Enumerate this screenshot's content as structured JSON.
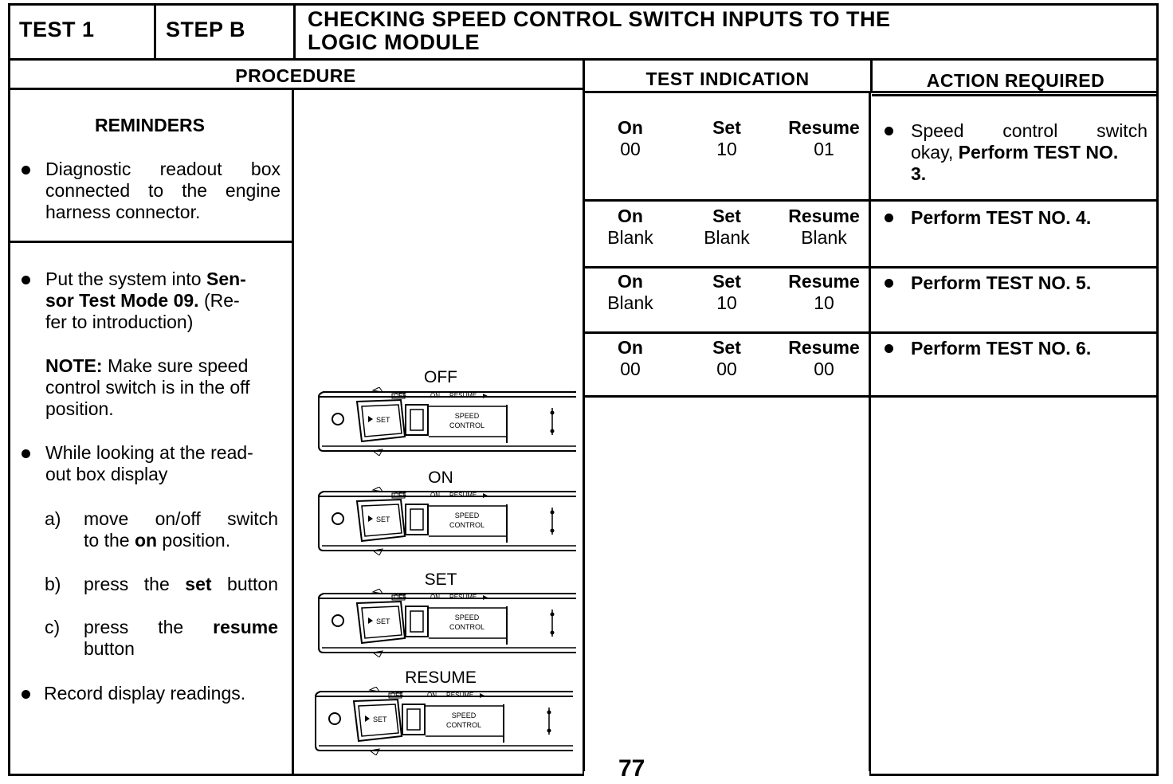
{
  "header": {
    "test": "TEST 1",
    "step": "STEP B",
    "title_line1": "CHECKING SPEED CONTROL SWITCH INPUTS TO THE",
    "title_line2": "LOGIC MODULE"
  },
  "columns": {
    "procedure": "PROCEDURE",
    "indication": "TEST INDICATION",
    "action": "ACTION REQUIRED"
  },
  "reminders": {
    "title": "REMINDERS",
    "item1_line1": "Diagnostic readout box",
    "item1_line2": "connected to the engine",
    "item1_line3": "harness connector."
  },
  "procedure": {
    "p1_l1a": "Put the system into ",
    "p1_l1b": "Sen-",
    "p1_l2a": "sor Test Mode 09.",
    "p1_l2b": " (Re-",
    "p1_l3": "fer to introduction)",
    "note_a": "NOTE:",
    "note_b": " Make sure speed",
    "note_l2": "control switch is in the off",
    "note_l3": "position.",
    "p2_l1": "While looking at the read-",
    "p2_l2": "out box display",
    "a_label": "a)",
    "a_l1": "move on/off switch",
    "a_l2a": "to the ",
    "a_l2b": "on",
    "a_l2c": " position.",
    "b_label": "b)",
    "b_l1a": "press the ",
    "b_l1b": "set",
    "b_l1c": " button",
    "c_label": "c)",
    "c_l1a": "press the ",
    "c_l1b": "resume",
    "c_l2": "button",
    "p3": "Record display readings."
  },
  "switch_states": [
    "OFF",
    "ON",
    "SET",
    "RESUME"
  ],
  "switch_text": {
    "off": "OFF",
    "on": "ON",
    "resume": "RESUME",
    "set_btn": "SET",
    "speed": "SPEED",
    "control": "CONTROL"
  },
  "indications": [
    {
      "on_label": "On",
      "set_label": "Set",
      "resume_label": "Resume",
      "on": "00",
      "set": "10",
      "resume": "01"
    },
    {
      "on_label": "On",
      "set_label": "Set",
      "resume_label": "Resume",
      "on": "Blank",
      "set": "Blank",
      "resume": "Blank"
    },
    {
      "on_label": "On",
      "set_label": "Set",
      "resume_label": "Resume",
      "on": "Blank",
      "set": "10",
      "resume": "10"
    },
    {
      "on_label": "On",
      "set_label": "Set",
      "resume_label": "Resume",
      "on": "00",
      "set": "00",
      "resume": "00"
    }
  ],
  "actions": {
    "a1_l1": "Speed control switch",
    "a1_l2a": "okay, ",
    "a1_l2b": "Perform TEST NO.",
    "a1_l3": "3.",
    "a2": "Perform TEST NO. 4.",
    "a3": "Perform TEST NO. 5.",
    "a4": "Perform TEST NO. 6."
  },
  "page_number": "77"
}
